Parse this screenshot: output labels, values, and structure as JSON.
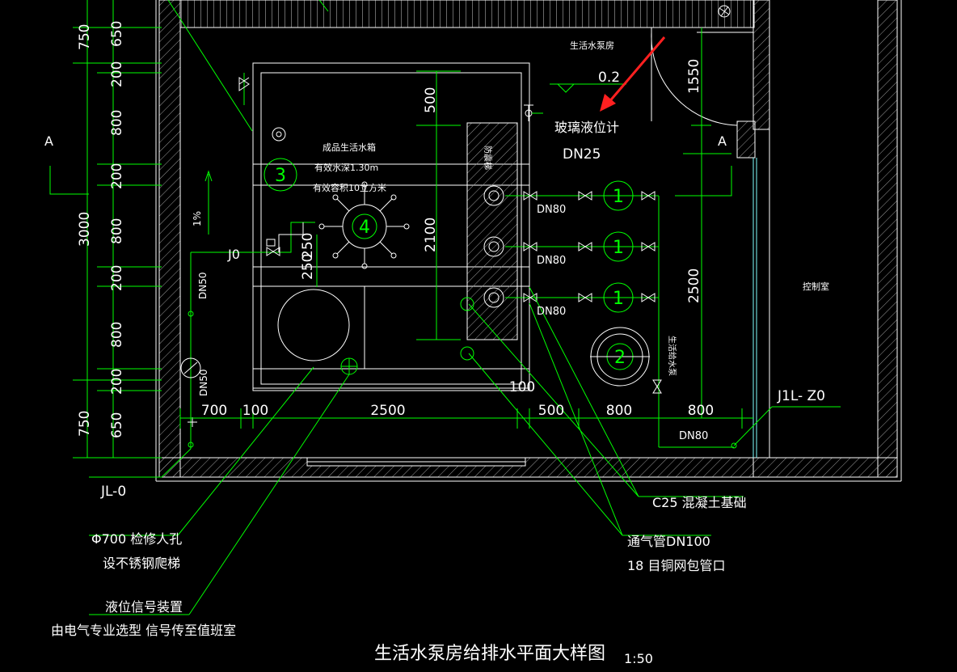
{
  "title": "生活水泵房给排水平面大样图",
  "scale": "1:50",
  "room_labels": {
    "pump_room": "生活水泵房",
    "control_room": "控制室"
  },
  "section_marks": {
    "left": "A",
    "right": "A"
  },
  "tank": {
    "title": "成品生活水箱",
    "depth": "有效水深1.30m",
    "volume": "有效容积10立方米",
    "ladder": "防震梯"
  },
  "circle_tags": [
    "3",
    "4",
    "1",
    "1",
    "1",
    "2"
  ],
  "pipe_labels": {
    "dn25": "DN25",
    "dn80_a": "DN80",
    "dn80_b": "DN80",
    "dn80_c": "DN80",
    "dn80_d": "DN80",
    "dn50_a": "DN50",
    "dn50_b": "DN50",
    "jo": "J0",
    "slope": "1%",
    "jl0": "JL-0",
    "j1l_z0": "J1L- Z0",
    "level_02": "0.2",
    "side_label": "生活给水泵"
  },
  "dimensions": {
    "left_outer": [
      "750",
      "650",
      "200",
      "800",
      "200",
      "3000",
      "800",
      "200",
      "800",
      "200",
      "750",
      "650"
    ],
    "bottom": [
      "700",
      "100",
      "2500",
      "100",
      "500",
      "800",
      "800"
    ],
    "tank_side": [
      "500",
      "2100",
      "250",
      "250"
    ],
    "right": [
      "1550",
      "2500"
    ]
  },
  "annotations": {
    "level_gauge": "玻璃液位计",
    "concrete": "C25 混凝土基础",
    "vent_1": "通气管DN100",
    "vent_2": "18 目铜网包管口",
    "manhole_1": "Φ700 检修人孔",
    "manhole_2": "设不锈钢爬梯",
    "signal_1": "液位信号装置",
    "signal_2": "由电气专业选型  信号传至值班室"
  },
  "colors": {
    "background": "#000000",
    "wall": "#ffffff",
    "pipe": "#00ff00",
    "arrow": "#ff2020",
    "annotation_text": "#ffffff",
    "dim_line": "#00ff00",
    "hatch": "#bfbfbf",
    "door": "#ffffff",
    "glass": "#7fffff"
  }
}
